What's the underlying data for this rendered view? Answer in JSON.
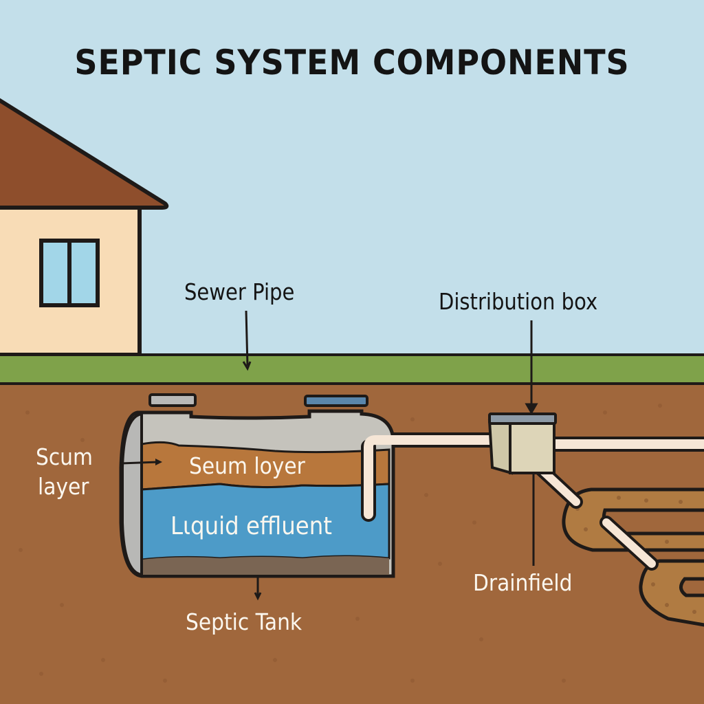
{
  "title": "SEPTIC SYSTEM COMPONENTS",
  "labels": {
    "sewer_pipe": "Sewer Pipe",
    "distribution_box": "Distribution box",
    "scum_layer_side": "Scum\nlayer",
    "scum_layer_side_line1": "Scum",
    "scum_layer_side_line2": "layer",
    "scum_layer_inner": "Seum  loyer",
    "liquid_effluent": "Lιquid effluent",
    "septic_tank": "Septic Tank",
    "drainfield": "Drainfield"
  },
  "colors": {
    "sky": "#c3dfea",
    "roof": "#8e4e2c",
    "wall": "#f8dcb6",
    "window": "#a2d6e8",
    "grass": "#7fa24a",
    "soil": "#a0673c",
    "tank_gray": "#c5c3bc",
    "scum": "#b8773c",
    "liquid": "#4d9bc8",
    "sludge": "#7a6553",
    "pipe": "#f6e6d6",
    "dbox": "#ddd5b8",
    "lid_blue": "#5a86ab",
    "gravel": "#b07b42"
  }
}
